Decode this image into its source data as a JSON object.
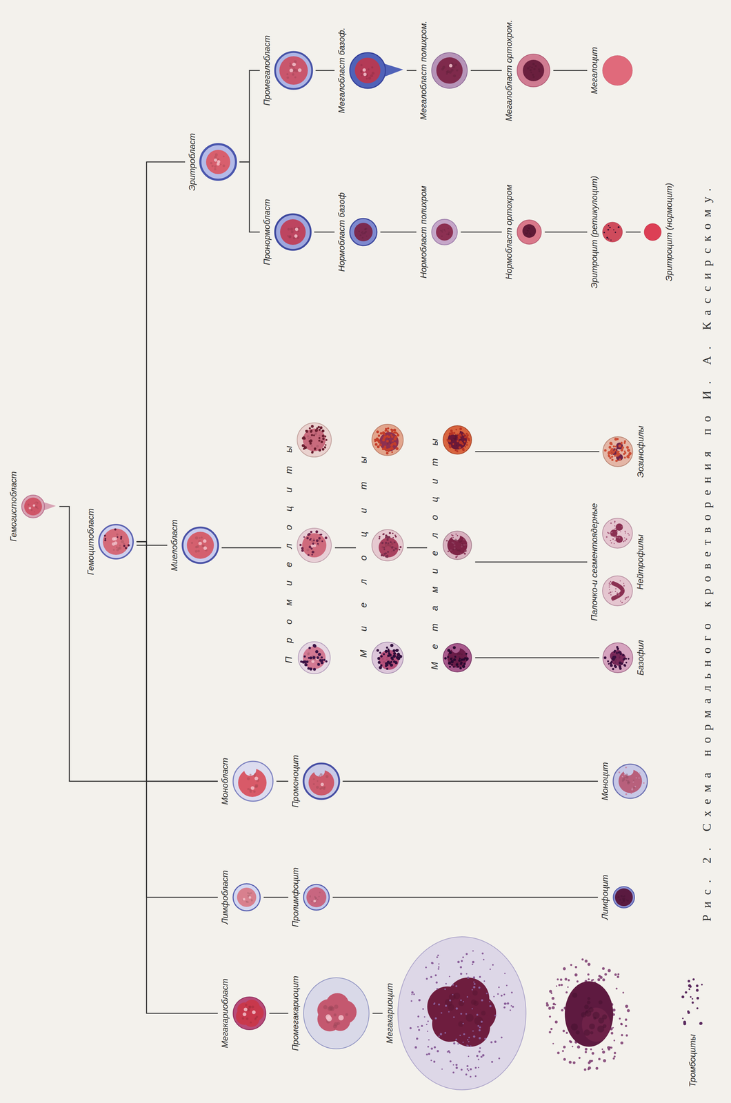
{
  "diagram": {
    "caption": "Рис. 2. Схема нормального кроветворения по И. А. Кассирскому.",
    "nodes": [
      {
        "text": [
          "Гемогистобласт"
        ]
      },
      {
        "text": [
          "Гемоцитобласт"
        ]
      },
      {
        "text": [
          "Мегакариобласт"
        ]
      },
      {
        "text": [
          "Лимфобласт"
        ]
      },
      {
        "text": [
          "Монобласт"
        ]
      },
      {
        "text": [
          "Миелобласт"
        ]
      },
      {
        "text": [
          "Эритробласт"
        ]
      },
      {
        "text": [
          "Промегакариоцит"
        ]
      },
      {
        "text": [
          "Пролимфоцит"
        ]
      },
      {
        "text": [
          "Промоноцит"
        ]
      },
      {
        "text": [
          "Промиелоциты"
        ]
      },
      {
        "text": [
          "Пронормобласт"
        ]
      },
      {
        "text": [
          "Промегалобласт"
        ]
      },
      {
        "text": [
          "Миелоциты"
        ]
      },
      {
        "text": [
          "Нормобласт базоф"
        ]
      },
      {
        "text": [
          "Мегалобласт базоф."
        ]
      },
      {
        "text": [
          "Мегакариоцит"
        ]
      },
      {
        "text": [
          "Метамиелоциты"
        ]
      },
      {
        "text": [
          "Нормобласт полихром"
        ]
      },
      {
        "text": [
          "Мегалобласт полихром."
        ]
      },
      {
        "text": [
          "Нормобласт ортохром"
        ]
      },
      {
        "text": [
          "Мегалобласт ортохром."
        ]
      },
      {
        "text": [
          "Лимфоцит"
        ]
      },
      {
        "text": [
          "Моноцит"
        ]
      },
      {
        "text": [
          "Базофил"
        ]
      },
      {
        "text": [
          "Палочко-и сегментоядерные",
          "Нейтрофилы"
        ]
      },
      {
        "text": [
          "Эозинофилы"
        ]
      },
      {
        "text": [
          "Эритроцит (ретикулоцит)"
        ]
      },
      {
        "text": [
          "Мегалоцит"
        ]
      },
      {
        "text": [
          "Эритроцит (нормоцит)"
        ]
      },
      {
        "text": [
          "Тромбоциты"
        ]
      }
    ],
    "edges": [
      {
        "from": 0,
        "to": 4,
        "arrow": "none"
      },
      {
        "from": 1,
        "to": 2,
        "arrow": "none"
      },
      {
        "from": 1,
        "to": 3,
        "arrow": "none"
      },
      {
        "from": 1,
        "to": 4,
        "arrow": "none"
      },
      {
        "from": 1,
        "to": 5,
        "arrow": "none"
      },
      {
        "from": 1,
        "to": 6,
        "arrow": "none"
      },
      {
        "from": 2,
        "to": 7,
        "arrow": "none"
      },
      {
        "from": 7,
        "to": 16,
        "arrow": "none"
      },
      {
        "from": 3,
        "to": 8,
        "arrow": "none"
      },
      {
        "from": 8,
        "to": 22,
        "arrow": "none"
      },
      {
        "from": 4,
        "to": 9,
        "arrow": "none"
      },
      {
        "from": 9,
        "to": 23,
        "arrow": "none"
      },
      {
        "from": 5,
        "to": 10,
        "arrow": "none"
      },
      {
        "from": 10,
        "to": 13,
        "arrow": "none"
      },
      {
        "from": 13,
        "to": 17,
        "arrow": "none"
      },
      {
        "from": 17,
        "to": 24,
        "arrow": "none"
      },
      {
        "from": 17,
        "to": 25,
        "arrow": "none"
      },
      {
        "from": 17,
        "to": 26,
        "arrow": "none"
      },
      {
        "from": 6,
        "to": 11,
        "arrow": "none"
      },
      {
        "from": 6,
        "to": 12,
        "arrow": "none"
      },
      {
        "from": 11,
        "to": 14,
        "arrow": "none"
      },
      {
        "from": 14,
        "to": 18,
        "arrow": "none"
      },
      {
        "from": 18,
        "to": 20,
        "arrow": "none"
      },
      {
        "from": 20,
        "to": 27,
        "arrow": "none"
      },
      {
        "from": 27,
        "to": 29,
        "arrow": "none"
      },
      {
        "from": 12,
        "to": 15,
        "arrow": "none"
      },
      {
        "from": 15,
        "to": 19,
        "arrow": "none"
      },
      {
        "from": 19,
        "to": 21,
        "arrow": "none"
      },
      {
        "from": 21,
        "to": 28,
        "arrow": "none"
      }
    ]
  }
}
